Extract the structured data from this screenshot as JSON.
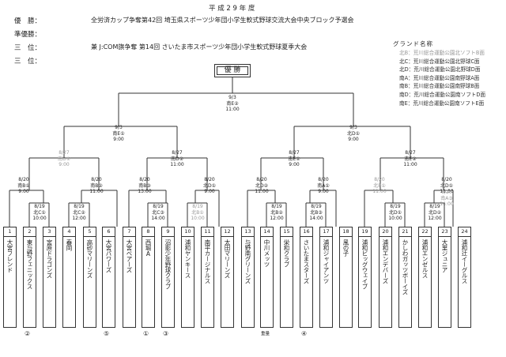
{
  "header": {
    "year_title": "平 成 2 9 年 度",
    "row1_label": "優　勝：",
    "row2_label": "準優勝：",
    "row3_label": "三　位：",
    "row4_label": "三　位：",
    "line1": "全労済カップ争奪第42回 埼玉県スポーツ少年団小学生軟式野球交流大会中央ブロック予選会",
    "line2": "兼 J:COM旗争奪 第14回 さいたま市スポーツ少年団小学生軟式野球夏季大会",
    "winner_label": "優 勝"
  },
  "grounds": {
    "title": "グランド名称",
    "items": [
      {
        "text": "北B：荒川総合運動公園北ソフトB面",
        "gray": true
      },
      {
        "text": "北C：荒川総合運動公園北野球C面",
        "gray": false
      },
      {
        "text": "北D：荒川総合運動公園北野球D面",
        "gray": false
      },
      {
        "text": "南A：荒川総合運動公園南野球A面",
        "gray": false
      },
      {
        "text": "南B：荒川総合運動公園南野球B面",
        "gray": false
      },
      {
        "text": "南D：荒川総合運動公園南ソフトD面",
        "gray": false
      },
      {
        "text": "南E：荒川総合運動公園南ソフトE面",
        "gray": false
      }
    ]
  },
  "matches": {
    "final": {
      "date": "9/3",
      "venue": "南E②",
      "time": "11:00"
    },
    "sf_left": {
      "date": "9/3",
      "venue": "南E①",
      "time": "9:00"
    },
    "sf_right": {
      "date": "9/3",
      "venue": "北D①",
      "time": "9:00"
    },
    "qf1": {
      "date": "8/27",
      "venue": "南D①",
      "time": "9:00"
    },
    "qf2": {
      "date": "8/27",
      "venue": "南D②",
      "time": "11:00"
    },
    "qf3": {
      "date": "8/27",
      "venue": "南E①",
      "time": "9:00"
    },
    "qf4": {
      "date": "8/27",
      "venue": "南E②",
      "time": "11:00"
    },
    "r2_1": {
      "date": "8/20",
      "venue": "南B①",
      "time": "9:00"
    },
    "r2_2": {
      "date": "8/20",
      "venue": "南B②",
      "time": "11:00"
    },
    "r2_3": {
      "date": "8/20",
      "venue": "南B③",
      "time": "13:00"
    },
    "r2_4": {
      "date": "8/20",
      "venue": "北D①",
      "time": "9:00"
    },
    "r2_5": {
      "date": "8/20",
      "venue": "北D②",
      "time": "11:00"
    },
    "r2_6": {
      "date": "8/20",
      "venue": "南A①",
      "time": "9:00"
    },
    "r2_7": {
      "date": "8/20",
      "venue": "北B①",
      "time": "11:00"
    },
    "r2_8": {
      "date": "8/20",
      "venue": "北D①",
      "time": "11:00"
    },
    "r1_1": {
      "date": "8/19",
      "venue": "北C①",
      "time": "10:00"
    },
    "r1_2": {
      "date": "8/19",
      "venue": "北C②",
      "time": "12:00"
    },
    "r1_3": {
      "date": "8/19",
      "venue": "北C③",
      "time": "14:00"
    },
    "r1_4": {
      "date": "8/19",
      "venue": "北B①",
      "time": "10:00"
    },
    "r1_5": {
      "date": "8/19",
      "venue": "北B②",
      "time": "12:00"
    },
    "r1_6": {
      "date": "8/19",
      "venue": "北B③",
      "time": "14:00"
    },
    "r1_7": {
      "date": "8/19",
      "venue": "北D①",
      "time": "10:00"
    },
    "r1_8": {
      "date": "8/19",
      "venue": "北D②",
      "time": "12:00"
    },
    "r1_9": {
      "date": "8/20",
      "venue": "南A③",
      "time": "14:00"
    }
  },
  "teams": [
    {
      "num": "1",
      "name": "大宮フレンド"
    },
    {
      "num": "2",
      "name": "東与野フェニックス"
    },
    {
      "num": "3",
      "name": "宮原ドラゴンズ"
    },
    {
      "num": "4",
      "name": "春岡"
    },
    {
      "num": "5",
      "name": "高砂マリーンズ"
    },
    {
      "num": "6",
      "name": "大宮パワーズ"
    },
    {
      "num": "7",
      "name": "大宮ベアーズ"
    },
    {
      "num": "8",
      "name": "西堀A"
    },
    {
      "num": "9",
      "name": "沼影少年野球クラブ"
    },
    {
      "num": "10",
      "name": "浦和ヤンキース"
    },
    {
      "num": "11",
      "name": "南平カージナルス"
    },
    {
      "num": "12",
      "name": "太田マリーンズ"
    },
    {
      "num": "13",
      "name": "与野南グリーンズ"
    },
    {
      "num": "14",
      "name": "中川メッツ"
    },
    {
      "num": "15",
      "name": "栄和クラブ"
    },
    {
      "num": "16",
      "name": "さいたまスターズ"
    },
    {
      "num": "17",
      "name": "浦和ジャイアンツ"
    },
    {
      "num": "18",
      "name": "風の子"
    },
    {
      "num": "19",
      "name": "浦和ビッグウェイブ"
    },
    {
      "num": "20",
      "name": "浦和エンデバーズ"
    },
    {
      "num": "21",
      "name": "かしわガッツボーイズ"
    },
    {
      "num": "22",
      "name": "浦和エンゼルス"
    },
    {
      "num": "23",
      "name": "大里ジュニア"
    },
    {
      "num": "24",
      "name": "浦和辻イーグルス"
    }
  ],
  "notes": {
    "n2": "②",
    "n6": "⑤",
    "n8": "①",
    "n9": "③",
    "n14": "重量",
    "n16": "④"
  }
}
